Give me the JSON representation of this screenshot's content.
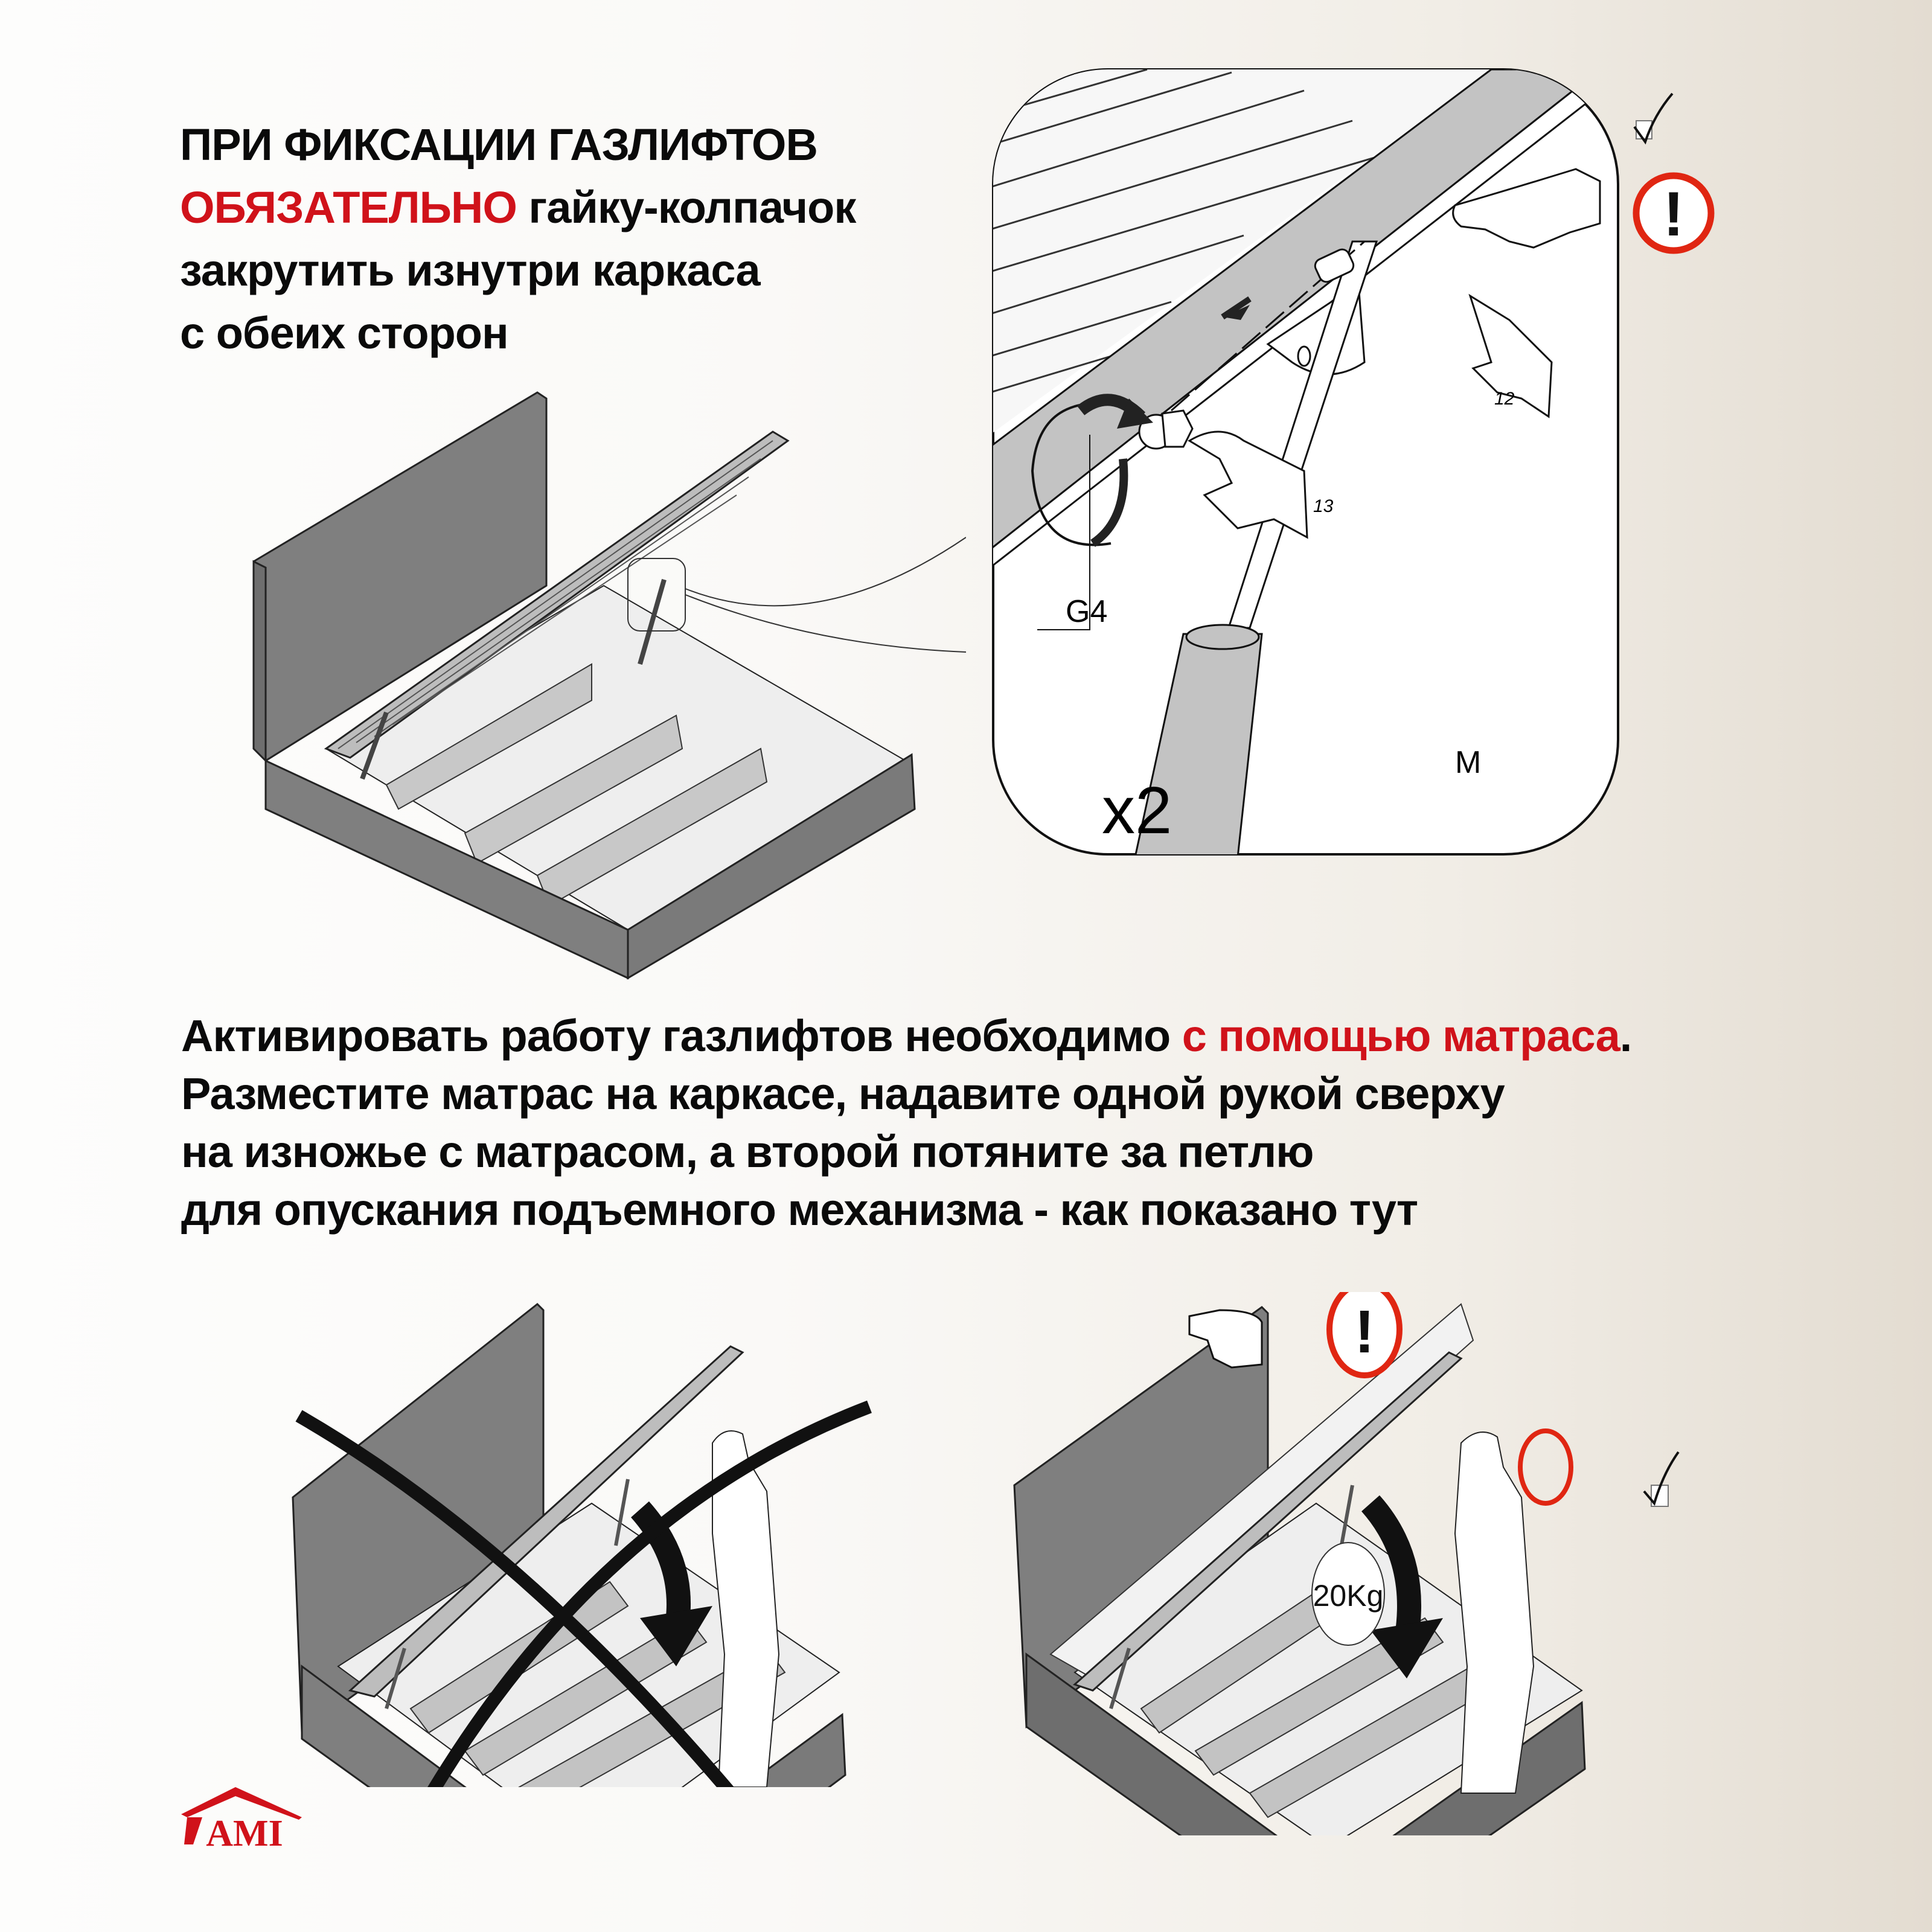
{
  "heading": {
    "line1": "ПРИ ФИКСАЦИИ ГАЗЛИФТОВ",
    "line2_emphasis": "ОБЯЗАТЕЛЬНО",
    "line2_rest": " гайку-колпачок",
    "line3": "закрутить изнутри каркаса",
    "line4": "с обеих сторон"
  },
  "detail_view": {
    "part_label": "G4",
    "gaslift_label": "M",
    "quantity": "x2",
    "wrench_small": "12",
    "wrench_large": "13",
    "warning_symbol": "!",
    "check_symbol": "✓"
  },
  "instructions": {
    "line1_start": "Активировать работу газлифтов необходимо ",
    "line1_emphasis": "с помощью матраса",
    "line1_end": ".",
    "line2": "Разместите матрас на каркасе, надавите одной рукой сверху",
    "line3": "на изножье с матрасом, а второй потяните за петлю",
    "line4": "для опускания подъемного механизма - как показано тут"
  },
  "correct_example": {
    "weight_label": "20Kg",
    "warning_symbol": "!",
    "check_symbol": "✓"
  },
  "logo": {
    "text": "AMI"
  },
  "colors": {
    "accent_red": "#d0121a",
    "warning_ring": "#e02612",
    "bed_gray": "#7f7f7f",
    "slat_gray": "#c3c3c3",
    "text": "#0a0a0a"
  }
}
